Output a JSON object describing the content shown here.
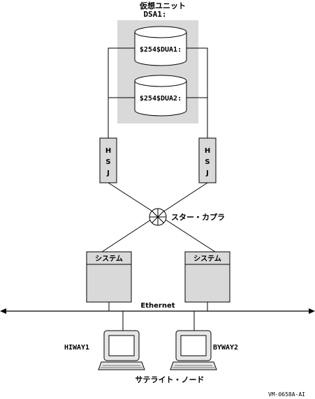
{
  "virtual_unit": {
    "title": "仮想ユニット",
    "name": "DSA1:"
  },
  "disks": [
    {
      "label": "$254$DUA1:"
    },
    {
      "label": "$254$DUA2:"
    }
  ],
  "controllers": [
    {
      "label_lines": [
        "H",
        "S",
        "J"
      ]
    },
    {
      "label_lines": [
        "H",
        "S",
        "J"
      ]
    }
  ],
  "star_coupler": {
    "label": "スター・カプラ"
  },
  "systems": [
    {
      "label": "システム"
    },
    {
      "label": "システム"
    }
  ],
  "network": {
    "label": "Ethernet"
  },
  "satellites": [
    {
      "label": "HIWAY1"
    },
    {
      "label": "BYWAY2"
    }
  ],
  "satellite_caption": "サテライト・ノード",
  "figure_id": "VM-0658A-AI",
  "colors": {
    "shaded_box": "#d9d9d9",
    "line": "#000000",
    "fill": "#ffffff"
  }
}
